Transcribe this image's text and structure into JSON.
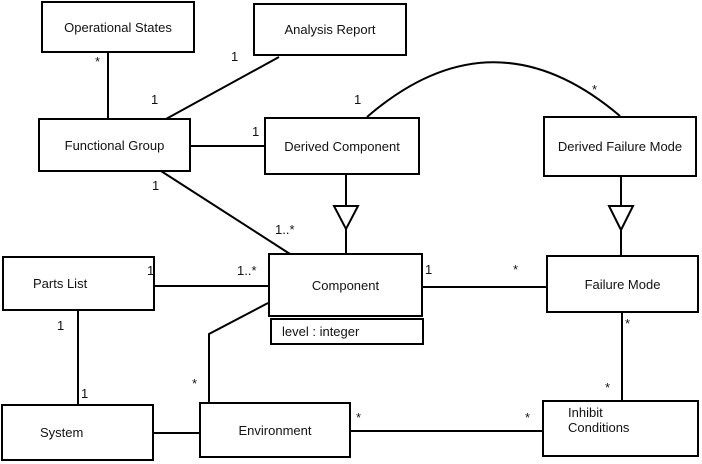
{
  "diagram": {
    "type": "uml-class-diagram",
    "background_color": "#ffffff",
    "line_color": "#000000",
    "classes": {
      "operational_states": {
        "label": "Operational States"
      },
      "analysis_report": {
        "label": "Analysis Report"
      },
      "functional_group": {
        "label": "Functional Group"
      },
      "derived_component": {
        "label": "Derived Component"
      },
      "derived_failure_mode": {
        "label": "Derived Failure Mode"
      },
      "parts_list": {
        "label": "Parts List"
      },
      "component": {
        "label": "Component",
        "attribute": "level : integer"
      },
      "failure_mode": {
        "label": "Failure Mode"
      },
      "system": {
        "label": "System"
      },
      "environment": {
        "label": "Environment"
      },
      "inhibit_conditions": {
        "line1": "Inhibit",
        "line2": "Conditions"
      }
    },
    "relationships": [
      {
        "from": "Functional Group",
        "to": "Operational States",
        "kind": "association"
      },
      {
        "from": "Functional Group",
        "to": "Analysis Report",
        "kind": "association"
      },
      {
        "from": "Functional Group",
        "to": "Derived Component",
        "kind": "association"
      },
      {
        "from": "Functional Group",
        "to": "Component",
        "kind": "association"
      },
      {
        "from": "Derived Component",
        "to": "Derived Failure Mode",
        "kind": "association-arc"
      },
      {
        "from": "Derived Component",
        "to": "Component",
        "kind": "generalization"
      },
      {
        "from": "Derived Failure Mode",
        "to": "Failure Mode",
        "kind": "generalization"
      },
      {
        "from": "Parts List",
        "to": "Component",
        "kind": "association"
      },
      {
        "from": "Component",
        "to": "Failure Mode",
        "kind": "association"
      },
      {
        "from": "Parts List",
        "to": "System",
        "kind": "association"
      },
      {
        "from": "System",
        "to": "Environment",
        "kind": "association"
      },
      {
        "from": "Component",
        "to": "Environment",
        "kind": "association"
      },
      {
        "from": "Failure Mode",
        "to": "Inhibit Conditions",
        "kind": "association"
      },
      {
        "from": "Environment",
        "to": "Inhibit Conditions",
        "kind": "association"
      }
    ],
    "multiplicities": [
      {
        "association": "functional_group-operational_states",
        "end": "operational_states",
        "label": "*"
      },
      {
        "association": "functional_group-analysis_report",
        "end": "analysis_report",
        "label": "1"
      },
      {
        "association": "functional_group-analysis_report",
        "end": "functional_group",
        "label": "1"
      },
      {
        "association": "functional_group-derived_component",
        "end": "derived_component",
        "label": "1"
      },
      {
        "association": "functional_group-component",
        "end": "functional_group",
        "label": "1"
      },
      {
        "association": "functional_group-component",
        "end": "component",
        "label": "1..*"
      },
      {
        "association": "derived_component-derived_failure_mode",
        "end": "derived_component",
        "label": "1"
      },
      {
        "association": "derived_component-derived_failure_mode",
        "end": "derived_failure_mode",
        "label": "*"
      },
      {
        "association": "parts_list-component",
        "end": "parts_list",
        "label": "1"
      },
      {
        "association": "parts_list-component",
        "end": "component",
        "label": "1..*"
      },
      {
        "association": "component-failure_mode",
        "end": "component",
        "label": "1"
      },
      {
        "association": "component-failure_mode",
        "end": "failure_mode",
        "label": "*"
      },
      {
        "association": "parts_list-system",
        "end": "parts_list",
        "label": "1"
      },
      {
        "association": "parts_list-system",
        "end": "system",
        "label": "1"
      },
      {
        "association": "component-environment",
        "end": "environment",
        "label": "*"
      },
      {
        "association": "failure_mode-inhibit_conditions",
        "end": "failure_mode",
        "label": "*"
      },
      {
        "association": "failure_mode-inhibit_conditions",
        "end": "inhibit_conditions",
        "label": "*"
      },
      {
        "association": "environment-inhibit_conditions",
        "end": "environment",
        "label": "*"
      },
      {
        "association": "environment-inhibit_conditions",
        "end": "inhibit_conditions",
        "label": "*"
      }
    ]
  }
}
